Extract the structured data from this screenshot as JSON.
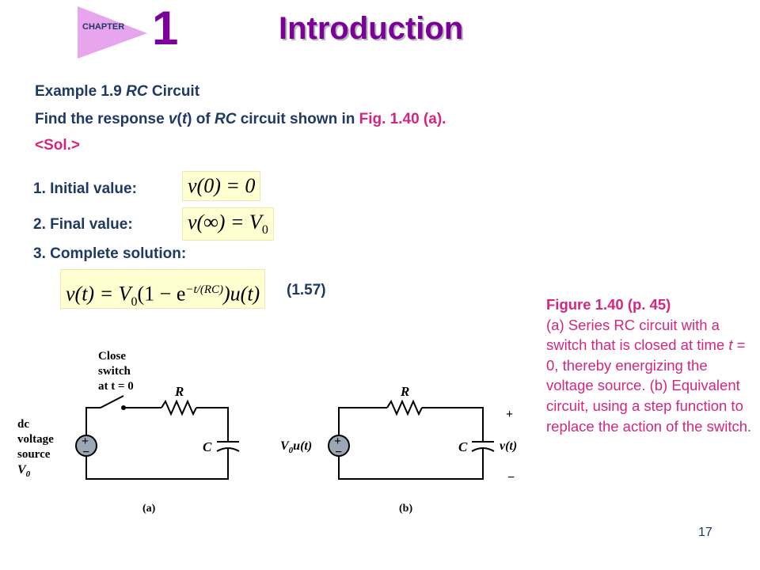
{
  "header": {
    "chapter_label": "CHAPTER",
    "chapter_number": "1",
    "title": "Introduction"
  },
  "example": {
    "heading_prefix": "Example 1.9 ",
    "heading_em": "RC",
    "heading_suffix": " Circuit",
    "find_1": "Find the response ",
    "find_v": "v",
    "find_2": "(",
    "find_t": "t",
    "find_3": ") of ",
    "find_rc": "RC",
    "find_4": " circuit shown in ",
    "find_ref": "Fig. 1.40 (a).",
    "sol": "<Sol.>"
  },
  "steps": {
    "initial_label": "1. Initial value:",
    "initial_eq": "v(0) = 0",
    "final_label": "2. Final value:",
    "final_eq_lhs": "v(∞) = V",
    "final_eq_sub": "0",
    "complete_label": "3. Complete solution:",
    "complete_eq_1": "v(t) = V",
    "complete_eq_sub": "0",
    "complete_eq_2": "(1 − e",
    "complete_eq_sup": "−t/(RC)",
    "complete_eq_3": ")u(t)",
    "eq_number": "(1.57)"
  },
  "figure": {
    "caption_1": "Figure 1.40  (p. 45)",
    "caption_2a": "(a) Series RC circuit with a switch that is closed at time ",
    "caption_2t": "t",
    "caption_2b": " = 0, thereby energizing the voltage source. (b) Equivalent circuit, using a step function to replace the action of the switch.",
    "a": {
      "close_1": "Close",
      "close_2": "switch",
      "close_3": "at t = 0",
      "R": "R",
      "C": "C",
      "src_1": "dc",
      "src_2": "voltage",
      "src_3": "source",
      "src_4": "V",
      "src_4_sub": "0",
      "plus": "+",
      "minus": "−",
      "label": "(a)"
    },
    "b": {
      "R": "R",
      "C": "C",
      "src": "V",
      "src_sub": "0",
      "src_tail": "u(t)",
      "vt": "v(t)",
      "plus_src": "+",
      "minus_src": "−",
      "plus_out": "+",
      "minus_out": "−",
      "label": "(b)"
    }
  },
  "page_number": "17",
  "colors": {
    "navy": "#1f3864",
    "purple": "#7b0099",
    "pink": "#d4267f",
    "eq_bg": "#ffffd2",
    "badge": "#e7a5ee"
  }
}
